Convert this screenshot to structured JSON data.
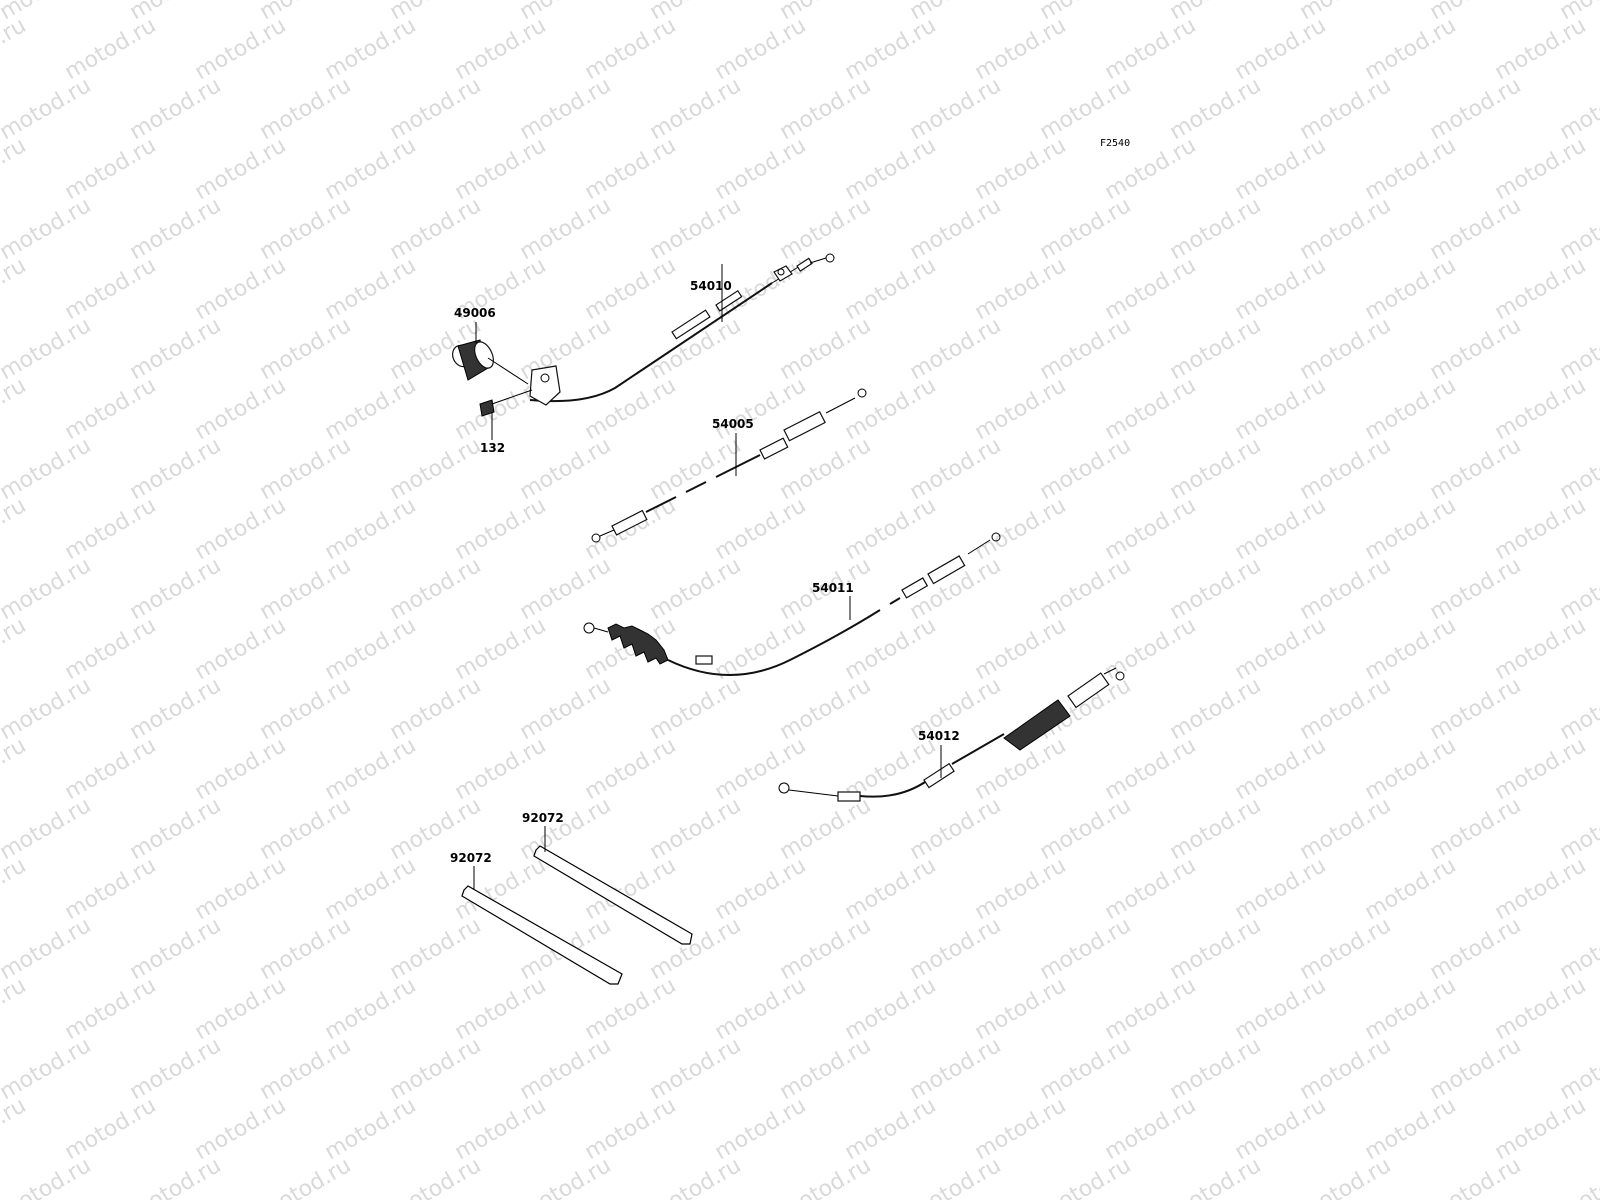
{
  "figure_code": "F2540",
  "watermark": "motod.ru",
  "callouts": [
    {
      "id": "c-49006",
      "text": "49006"
    },
    {
      "id": "c-132",
      "text": "132"
    },
    {
      "id": "c-54010",
      "text": "54010"
    },
    {
      "id": "c-54005",
      "text": "54005"
    },
    {
      "id": "c-54011",
      "text": "54011"
    },
    {
      "id": "c-54012",
      "text": "54012"
    },
    {
      "id": "c-92072a",
      "text": "92072"
    },
    {
      "id": "c-92072b",
      "text": "92072"
    }
  ]
}
